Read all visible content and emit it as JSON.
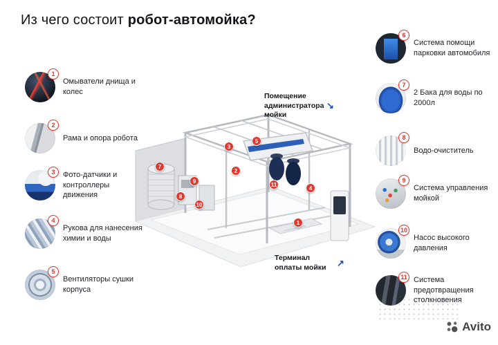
{
  "title": {
    "regular": "Из чего состоит ",
    "bold": "робот-автомойка?"
  },
  "left_items": [
    {
      "num": "1",
      "label": "Омыватели днища и колес",
      "icon": "underbody-wheel-washers"
    },
    {
      "num": "2",
      "label": "Рама и опора робота",
      "icon": "robot-frame"
    },
    {
      "num": "3",
      "label": "Фото-датчики и контроллеры движения",
      "icon": "photo-sensors-controllers"
    },
    {
      "num": "4",
      "label": "Рукова для нанесения химии и воды",
      "icon": "chemistry-water-arms"
    },
    {
      "num": "5",
      "label": "Вентиляторы сушки корпуса",
      "icon": "drying-fans"
    }
  ],
  "right_items": [
    {
      "num": "6",
      "label": "Система помощи парковки автомобиля",
      "icon": "parking-assist-system"
    },
    {
      "num": "7",
      "label": "2 Бака для воды по 2000л",
      "icon": "water-tanks"
    },
    {
      "num": "8",
      "label": "Водо-очиститель",
      "icon": "water-purifier"
    },
    {
      "num": "9",
      "label": "Система управления мойкой",
      "icon": "wash-control-system"
    },
    {
      "num": "10",
      "label": "Насос высокого давления",
      "icon": "high-pressure-pump"
    },
    {
      "num": "11",
      "label": "Система предотвращения столкновения",
      "icon": "collision-prevention-system"
    }
  ],
  "diagram": {
    "labels": {
      "admin_room": "Помещение администратора мойки",
      "payment_terminal": "Терминал оплаты мойки"
    },
    "badges": [
      "3",
      "5",
      "2",
      "7",
      "9",
      "8",
      "10",
      "11",
      "4",
      "1"
    ]
  },
  "watermark": {
    "brand": "Avito"
  },
  "colors": {
    "badge_red": "#e2332b",
    "arrow_blue": "#1d52c0",
    "machine_blue": "#2e5fb8"
  }
}
